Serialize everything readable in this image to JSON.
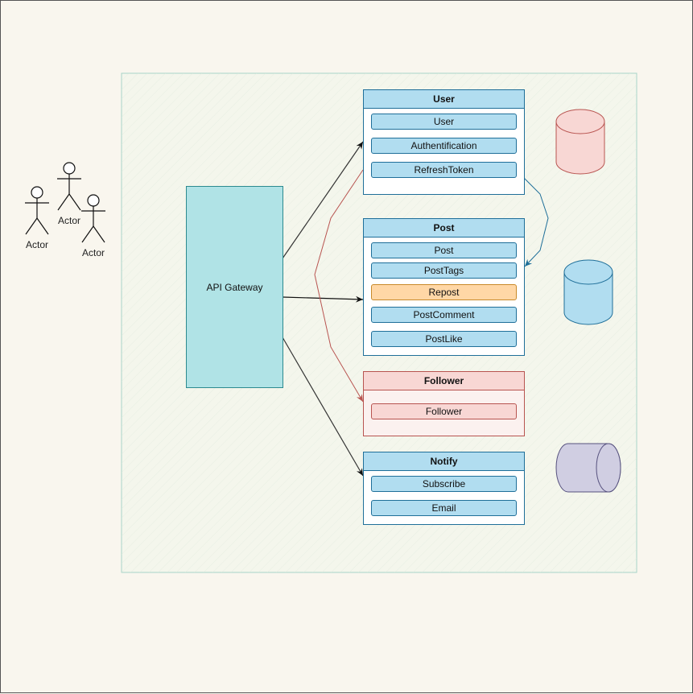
{
  "actors": [
    {
      "label": "Actor"
    },
    {
      "label": "Actor"
    },
    {
      "label": "Actor"
    }
  ],
  "gateway": {
    "label": "API Gateway"
  },
  "services": {
    "user": {
      "title": "User",
      "items": [
        "User",
        "Authentification",
        "RefreshToken"
      ]
    },
    "post": {
      "title": "Post",
      "items": [
        "Post",
        "PostTags",
        "Repost",
        "PostComment",
        "PostLike"
      ]
    },
    "follower": {
      "title": "Follower",
      "items": [
        "Follower"
      ]
    },
    "notify": {
      "title": "Notify",
      "items": [
        "Subscribe",
        "Email"
      ]
    }
  },
  "colors": {
    "blue_fill": "#b1ddf0",
    "blue_stroke": "#1f6f99",
    "red_fill": "#f8d7d4",
    "red_stroke": "#b85450",
    "orange_fill": "#ffd7a6",
    "teal_fill": "#b0e3e6",
    "purple_fill": "#d0cee2",
    "purple_stroke": "#56517e"
  }
}
